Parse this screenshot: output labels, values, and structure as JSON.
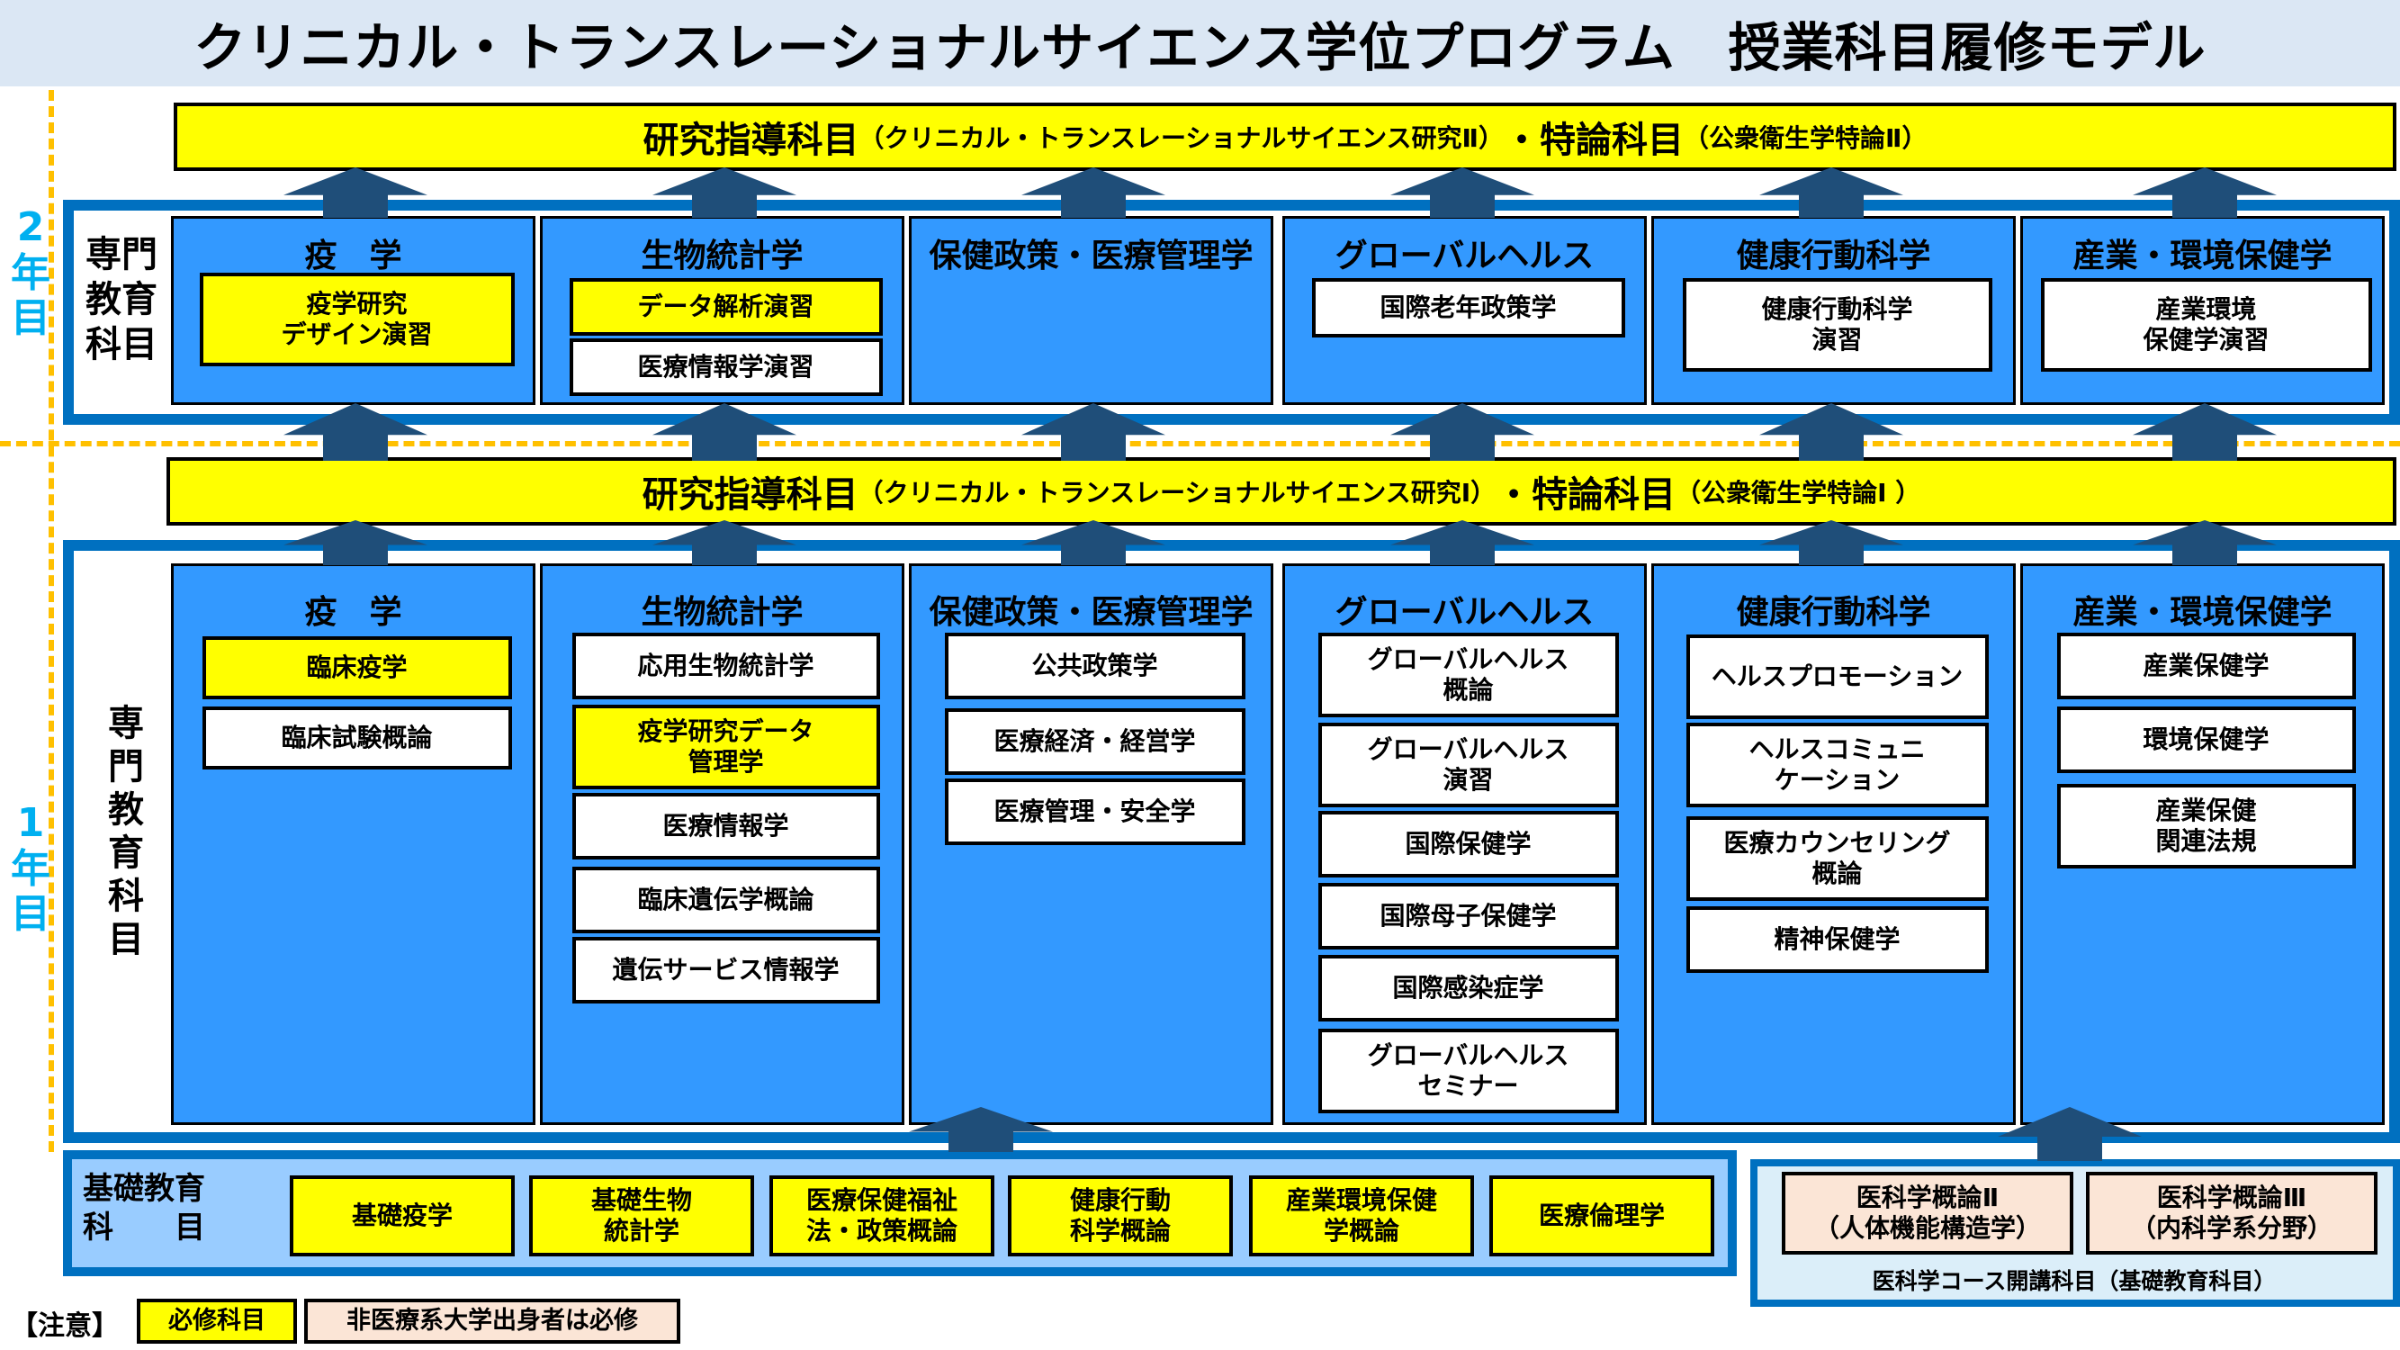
{
  "title": "クリニカル・トランスレーショナルサイエンス学位プログラム　授業科目履修モデル",
  "year2": {
    "label": "2\n年\n目",
    "side_label": "専門\n教育\n科目",
    "top_bar": {
      "main1": "研究指導科目",
      "sub1": "（クリニカル・トランスレーショナルサイエンス研究Ⅱ）",
      "main2": "・特論科目",
      "sub2": "（公衆衛生学特論Ⅱ）"
    },
    "columns": [
      {
        "head": "疫　学",
        "subjects": [
          {
            "text": "疫学研究\nデザイン演習",
            "required": true
          }
        ]
      },
      {
        "head": "生物統計学",
        "subjects": [
          {
            "text": "データ解析演習",
            "required": true
          },
          {
            "text": "医療情報学演習",
            "required": false
          }
        ]
      },
      {
        "head": "保健政策・医療管理学",
        "subjects": []
      },
      {
        "head": "グローバルヘルス",
        "subjects": [
          {
            "text": "国際老年政策学",
            "required": false
          }
        ]
      },
      {
        "head": "健康行動科学",
        "subjects": [
          {
            "text": "健康行動科学\n演習",
            "required": false
          }
        ]
      },
      {
        "head": "産業・環境保健学",
        "subjects": [
          {
            "text": "産業環境\n保健学演習",
            "required": false
          }
        ]
      }
    ]
  },
  "year1": {
    "label": "1\n年\n目",
    "side_label": "専\n門\n教\n育\n科\n目",
    "top_bar": {
      "main1": "研究指導科目",
      "sub1": "（クリニカル・トランスレーショナルサイエンス研究Ⅰ）",
      "main2": "・特論科目",
      "sub2": "（公衆衛生学特論Ⅰ ）"
    },
    "columns": [
      {
        "head": "疫　学",
        "subjects": [
          {
            "text": "臨床疫学",
            "required": true
          },
          {
            "text": "臨床試験概論",
            "required": false
          }
        ]
      },
      {
        "head": "生物統計学",
        "subjects": [
          {
            "text": "応用生物統計学",
            "required": false
          },
          {
            "text": "疫学研究データ\n管理学",
            "required": true
          },
          {
            "text": "医療情報学",
            "required": false
          },
          {
            "text": "臨床遺伝学概論",
            "required": false
          },
          {
            "text": "遺伝サービス情報学",
            "required": false
          }
        ]
      },
      {
        "head": "保健政策・医療管理学",
        "subjects": [
          {
            "text": "公共政策学",
            "required": false
          },
          {
            "text": "医療経済・経営学",
            "required": false
          },
          {
            "text": "医療管理・安全学",
            "required": false
          }
        ]
      },
      {
        "head": "グローバルヘルス",
        "subjects": [
          {
            "text": "グローバルヘルス\n概論",
            "required": false
          },
          {
            "text": "グローバルヘルス\n演習",
            "required": false
          },
          {
            "text": "国際保健学",
            "required": false
          },
          {
            "text": "国際母子保健学",
            "required": false
          },
          {
            "text": "国際感染症学",
            "required": false
          },
          {
            "text": "グローバルヘルス\nセミナー",
            "required": false
          }
        ]
      },
      {
        "head": "健康行動科学",
        "subjects": [
          {
            "text": "ヘルスプロモーション",
            "required": false
          },
          {
            "text": "ヘルスコミュニ\nケーション",
            "required": false
          },
          {
            "text": "医療カウンセリング\n概論",
            "required": false
          },
          {
            "text": "精神保健学",
            "required": false
          }
        ]
      },
      {
        "head": "産業・環境保健学",
        "subjects": [
          {
            "text": "産業保健学",
            "required": false
          },
          {
            "text": "環境保健学",
            "required": false
          },
          {
            "text": "産業保健\n関連法規",
            "required": false
          }
        ]
      }
    ]
  },
  "basic": {
    "label": "基礎教育\n科　　目",
    "subjects": [
      "基礎疫学",
      "基礎生物\n統計学",
      "医療保健福祉\n法・政策概論",
      "健康行動\n科学概論",
      "産業環境保健\n学概論",
      "医療倫理学"
    ]
  },
  "medical": {
    "subjects": [
      "医科学概論Ⅱ\n（人体機能構造学）",
      "医科学概論Ⅲ\n（内科学系分野）"
    ],
    "caption": "医科学コース開講科目（基礎教育科目）"
  },
  "legend": {
    "note": "【注意】",
    "required": "必修科目",
    "non_medical": "非医療系大学出身者は必修"
  },
  "colors": {
    "frame": "#0070c0",
    "column": "#3399ff",
    "required": "#ffff00",
    "pink": "#fbe5d6",
    "arrow": "#1f4e79",
    "dashed": "#ffc000",
    "year_label": "#00b0f0"
  }
}
